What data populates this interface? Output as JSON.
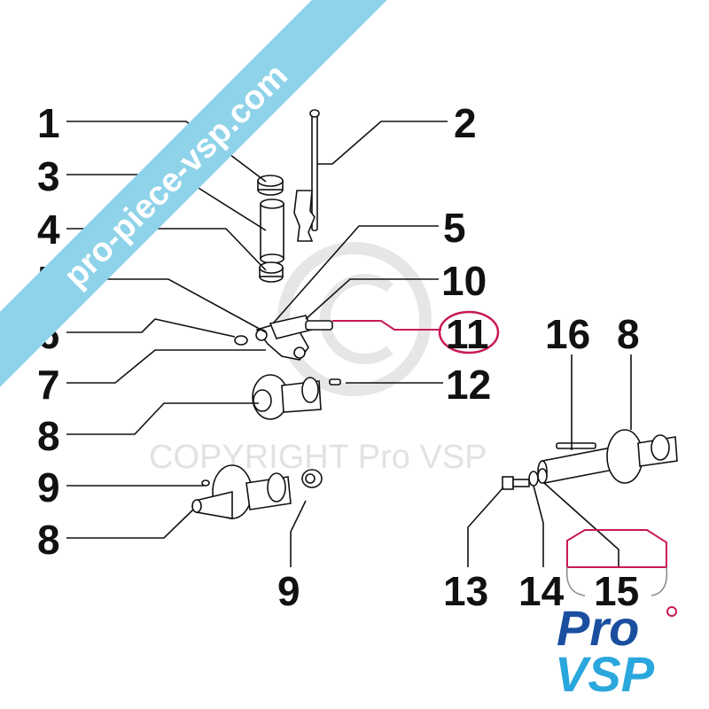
{
  "banner": {
    "text": "pro-piece-vsp.com",
    "color": "#8fd3ea"
  },
  "watermark": {
    "text": "COPYRIGHT Pro VSP"
  },
  "logo": {
    "line1": "Pro",
    "line2": "VSP",
    "primary": "#1a4fa0",
    "secondary": "#2aa7dd",
    "accent": "#c8185a"
  },
  "highlight_color": "#c8185a",
  "callouts": [
    {
      "id": "c1",
      "label": "1"
    },
    {
      "id": "c2",
      "label": "2"
    },
    {
      "id": "c3",
      "label": "3"
    },
    {
      "id": "c4",
      "label": "4"
    },
    {
      "id": "c5a",
      "label": "5"
    },
    {
      "id": "c5b",
      "label": "5"
    },
    {
      "id": "c10",
      "label": "10"
    },
    {
      "id": "c6",
      "label": "6"
    },
    {
      "id": "c11",
      "label": "11"
    },
    {
      "id": "c16",
      "label": "16"
    },
    {
      "id": "c8a",
      "label": "8"
    },
    {
      "id": "c7",
      "label": "7"
    },
    {
      "id": "c12",
      "label": "12"
    },
    {
      "id": "c8b",
      "label": "8"
    },
    {
      "id": "c9a",
      "label": "9"
    },
    {
      "id": "c8c",
      "label": "8"
    },
    {
      "id": "c9b",
      "label": "9"
    },
    {
      "id": "c13",
      "label": "13"
    },
    {
      "id": "c14",
      "label": "14"
    },
    {
      "id": "c15",
      "label": "15"
    }
  ]
}
